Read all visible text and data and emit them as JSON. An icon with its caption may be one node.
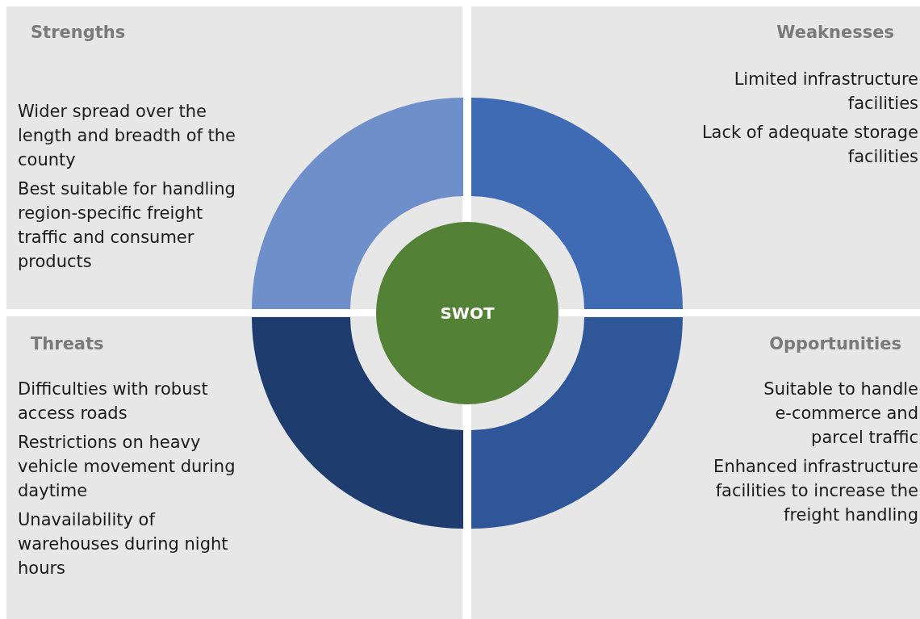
{
  "diagram": {
    "nodes": [
      {
        "text": [
          "Strengths",
          "Wider spread over the length and breadth of the county",
          "Best suitable for handling region-specific freight traffic and consumer products"
        ]
      },
      {
        "text": [
          "Weaknesses",
          "Limited infrastructure facilities",
          "Lack of adequate storage facilities"
        ]
      },
      {
        "text": [
          "Threats",
          "Difficulties with robust access roads",
          "Restrictions on heavy vehicle movement during daytime",
          "Unavailability of warehouses during night hours"
        ]
      },
      {
        "text": [
          "Opportunities",
          "Suitable to handle e-commerce and parcel traffic",
          "Enhanced infrastructure facilities to increase the freight handling"
        ]
      },
      {
        "text": [],
        "shape": "sector",
        "in": 0
      },
      {
        "text": [],
        "shape": "sector",
        "in": 1
      },
      {
        "text": [],
        "shape": "sector",
        "in": 2
      },
      {
        "text": [],
        "shape": "sector",
        "in": 3
      },
      {
        "text": [
          "SWOT"
        ]
      }
    ],
    "edges": []
  }
}
